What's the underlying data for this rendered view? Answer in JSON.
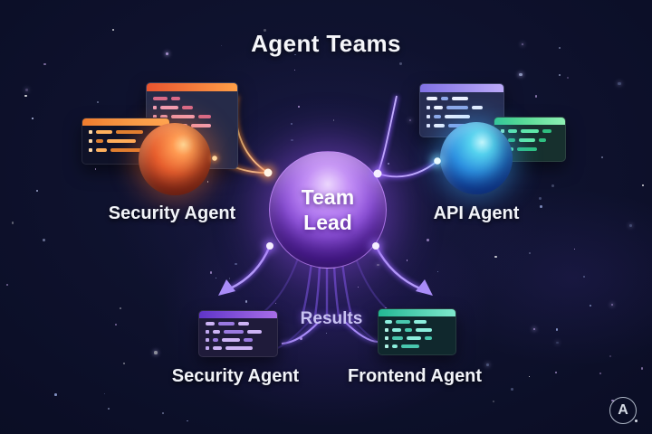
{
  "title": "Agent Teams",
  "diagram": {
    "center_node": {
      "label_line1": "Team",
      "label_line2": "Lead"
    },
    "left_agent": {
      "label": "Security Agent"
    },
    "right_agent": {
      "label": "API Agent"
    },
    "bottom_left_agent": {
      "label": "Security Agent"
    },
    "bottom_right_agent": {
      "label": "Frontend Agent"
    },
    "results_label": "Results"
  },
  "watermark": {
    "letter": "A"
  },
  "colors": {
    "background": "#0b0e26",
    "title_text": "#f5f6fa",
    "label_text": "#f2f4f9",
    "results_text": "#c9c3f2",
    "orange_accent": "#ff9a3c",
    "purple_accent": "#8b5cf6",
    "teal_accent": "#2ec4a0",
    "orange_sphere": "#e85f2e",
    "blue_sphere": "#2d92e2",
    "purple_sphere": "#9c5cea"
  }
}
